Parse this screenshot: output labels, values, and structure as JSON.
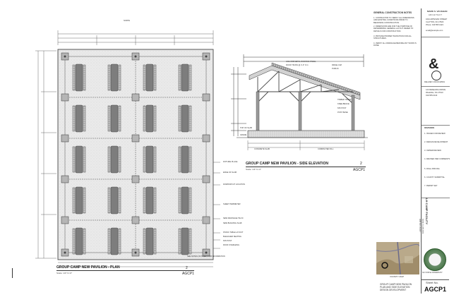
{
  "plan": {
    "north_label": "NORTH",
    "title": "GROUP CAMP NEW PAVILION - PLAN",
    "scale": "Scale: 1/4\"=1'-0\"",
    "number": "2",
    "sheet_ref": "AGCP1",
    "notes": [
      "FIXTURE PLACE",
      "EDGE OF SLAB",
      "DOWNSPOUT LOCATION",
      "SHEET PERIMETER",
      "NEW DRAINAGE TIE IN",
      "NEW BUILDING SLAB",
      "PICNIC TABLE LAYOUT",
      "BLEACHER SEATING",
      "6X6 POST",
      "ROOF OVERHANG"
    ],
    "bottom_note": "SEE NOTES ON SHEET FOR INFORMATION"
  },
  "elevation": {
    "title": "GROUP CAMP NEW PAVILION - SIDE ELEVATION",
    "scale": "Scale: 1/4\"=1'-0\"",
    "number": "2",
    "sheet_ref": "AGCP1",
    "notes_top": [
      "HIGH RIB METAL ROOFING PANEL",
      "ROOF TRUSS @ 4'-0\" O.C.",
      "RIDGE CAP",
      "PURLIN"
    ],
    "notes_mid": [
      "TIMBER TRUSS",
      "KNEE BRACE",
      "6X6 POST",
      "POST BASE"
    ],
    "notes_left": [
      "TOP OF SLAB",
      "GRADE"
    ],
    "notes_bottom": [
      "CONCRETE SLAB",
      "COMPACTED FILL"
    ]
  },
  "general_notes": {
    "heading": "GENERAL CONSTRUCTION NOTES",
    "items": [
      "1. CONTRACTOR TO VERIFY ALL DIMENSIONS AND EXISTING CONDITIONS PRIOR TO BEGINNING CONSTRUCTION.",
      "2. DIMENSIONS ARE FOR THE PURPOSE OF DETERMINING GENERAL LAYOUT. REFER TO DETAILS FOR CONSTRUCTION.",
      "3. PROVIDE PROPER TRANSITION FOR ALL STRUCTURES.",
      "4. VERIFY ALL DRAINAGE BEFORE ANY WORK IS DONE."
    ]
  },
  "firm": {
    "name": "MARK S. VAUGHAN",
    "sub": "ARCHITECT",
    "address": [
      "1044 ARTESIAN STREET",
      "CLAYTON, NC 27520",
      "Phone: 919 555 0123"
    ],
    "email": "email@example.com",
    "partner_logo": "&",
    "partner_name": "DELANEY ASSOCIATES",
    "partner_address": [
      "123 RESEARCH DRIVE",
      "RALEIGH, NC 27610",
      "919-555-0140"
    ]
  },
  "revisions": [
    "REVISIONS",
    "1. ISSUED FOR REVIEW",
    "2. DESIGN DEVELOPMENT",
    "3. OWNER REVIEW",
    "4. REVISED PER COMMENTS",
    "5. FINAL PRICING",
    "6. COUNTY SUBMITTAL",
    "7. PERMIT SET"
  ],
  "project": {
    "vertical_name": "4-H CAMP FACILITY",
    "date": "DATE: 11-08-2021",
    "number": "JOB NO: 21-117",
    "seal_text": "NC STATE UNIVERSITY"
  },
  "vicinity": {
    "label": "VICINITY MAP"
  },
  "sheet": {
    "description": [
      "GROUP CAMP NEW PAVILION",
      "PLAN AND SIDE ELEVATION",
      "DESIGN DEVELOPMENT"
    ],
    "sheet_no_label": "Sheet No.",
    "sheet_no": "AGCP1"
  }
}
